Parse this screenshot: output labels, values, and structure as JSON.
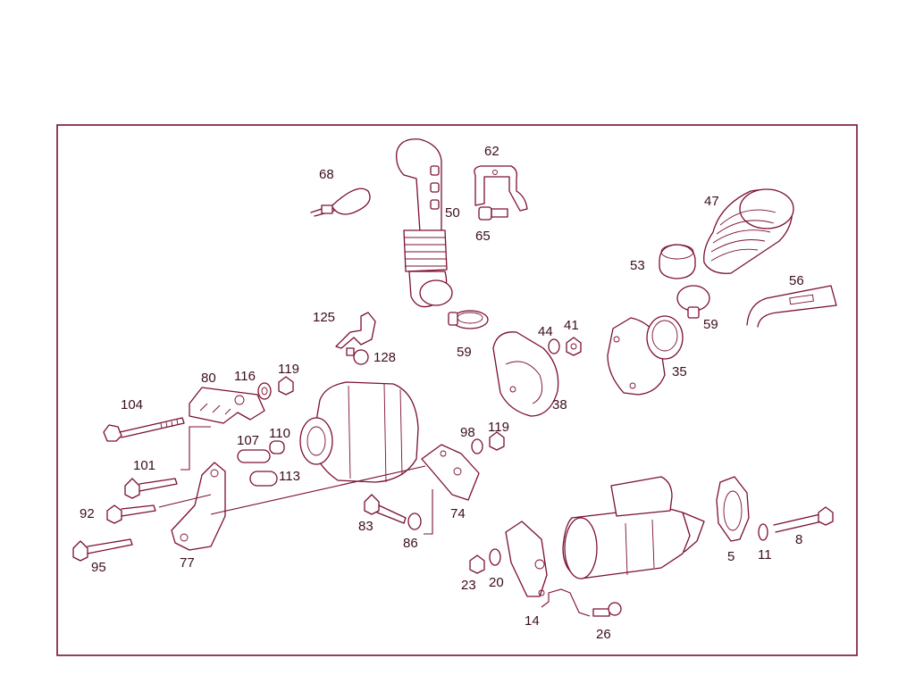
{
  "diagram": {
    "labels": {
      "l68": "68",
      "l62": "62",
      "l50": "50",
      "l65": "65",
      "l47": "47",
      "l53": "53",
      "l56": "56",
      "l59a": "59",
      "l59b": "59",
      "l125": "125",
      "l128": "128",
      "l44": "44",
      "l41": "41",
      "l35": "35",
      "l38": "38",
      "l80": "80",
      "l116": "116",
      "l119a": "119",
      "l104": "104",
      "l107": "107",
      "l110": "110",
      "l101": "101",
      "l113": "113",
      "l98": "98",
      "l119b": "119",
      "l92": "92",
      "l83": "83",
      "l74": "74",
      "l86": "86",
      "l95": "95",
      "l77": "77",
      "l23": "23",
      "l20": "20",
      "l14": "14",
      "l26": "26",
      "l5": "5",
      "l11": "11",
      "l8": "8"
    }
  },
  "colors": {
    "line": "#7a1030",
    "text": "#3b0d1d",
    "background": "#ffffff"
  }
}
